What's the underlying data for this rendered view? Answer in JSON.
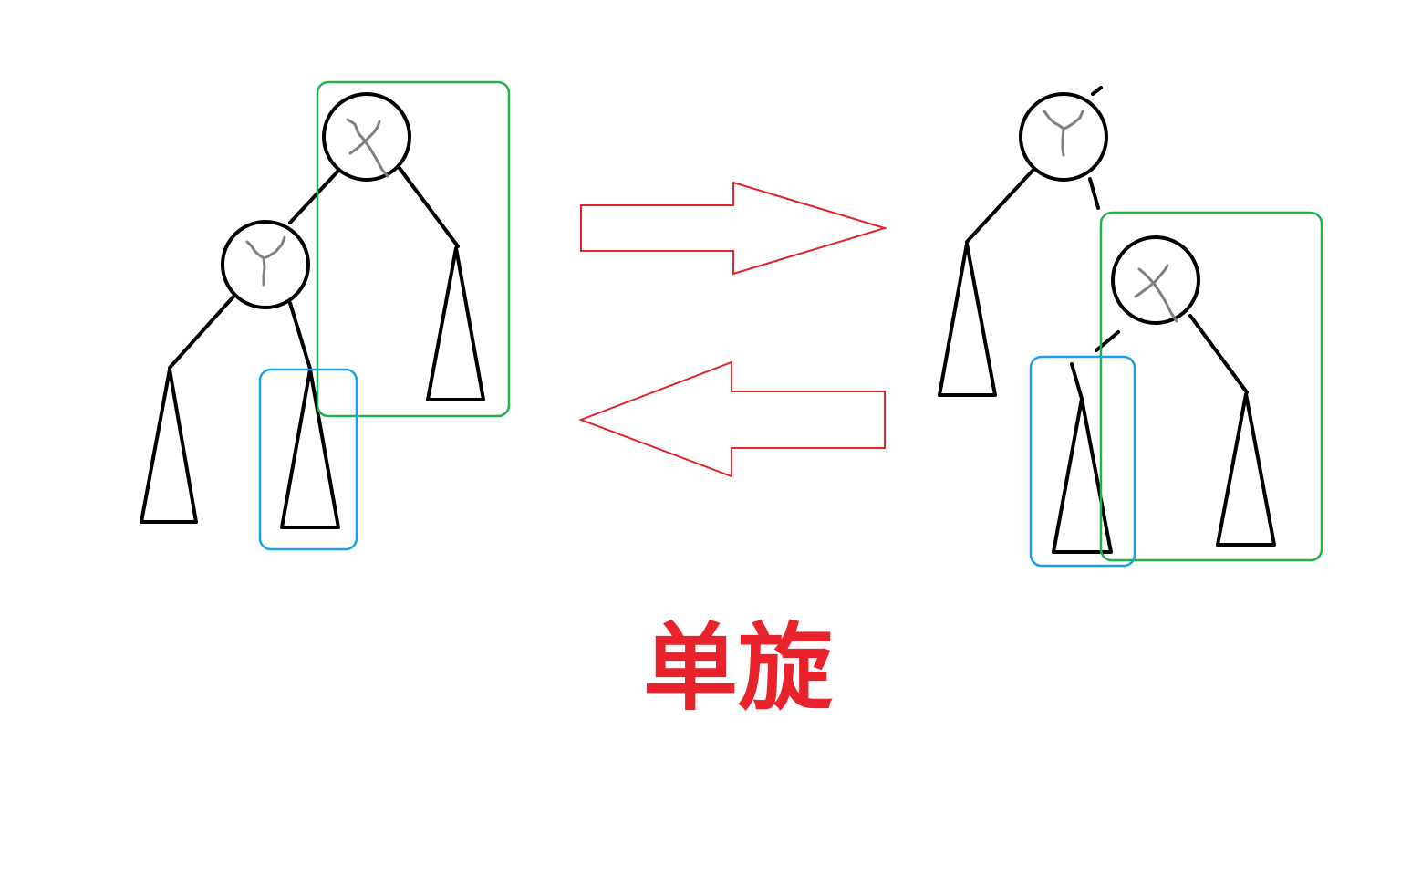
{
  "caption": "单旋",
  "left_tree": {
    "root_label": "X",
    "child_label": "Y"
  },
  "right_tree": {
    "root_label": "Y",
    "child_label": "X"
  },
  "colors": {
    "ink": "#000000",
    "scribble": "#808080",
    "arrow": "#e0242b",
    "caption": "#e8232b",
    "green_box": "#22b14c",
    "blue_box": "#1a9fe0"
  },
  "arrows": [
    "right-arrow",
    "left-arrow"
  ]
}
